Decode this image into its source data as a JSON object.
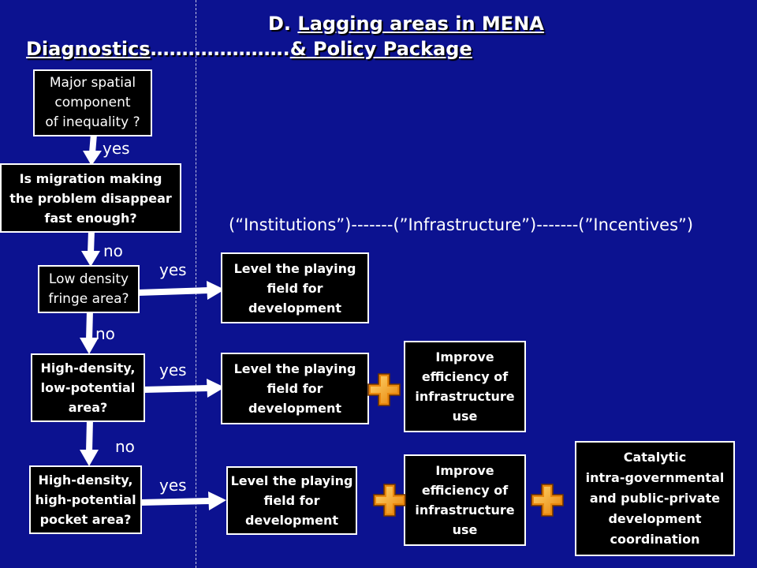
{
  "colors": {
    "background": "#0c1290",
    "box_fill": "#000000",
    "foreground": "#ffffff",
    "plus_fill": "#e8860c",
    "plus_highlight": "#ffd46b",
    "plus_outline": "#6e3300"
  },
  "icons": {
    "combine": "plus-icon"
  },
  "title": {
    "prefix": "D.",
    "main": "Lagging areas in MENA"
  },
  "subtitle": {
    "left": "Diagnostics",
    "dots": "………………….",
    "right": "& Policy Package"
  },
  "policy_levels": "(“Institutions”)-------(”Infrastructure”)-------(”Incentives”)",
  "flow": {
    "q1": {
      "lines": [
        "Major spatial",
        "component",
        "of inequality ?"
      ],
      "answer_down": "yes"
    },
    "q2": {
      "lines": [
        "Is migration making",
        "the problem disappear",
        "fast enough?"
      ],
      "answer_down": "no"
    },
    "q3": {
      "lines": [
        "Low density",
        "fringe area?"
      ],
      "answer_right": "yes",
      "answer_down": "no"
    },
    "q4": {
      "lines": [
        "High-density,",
        "low-potential",
        "area?"
      ],
      "answer_right": "yes",
      "answer_down": "no"
    },
    "q5": {
      "lines": [
        "High-density,",
        "high-potential",
        "pocket area?"
      ],
      "answer_right": "yes"
    }
  },
  "policies": {
    "row_fringe": {
      "level_field": [
        "Level the playing",
        "field for",
        "development"
      ]
    },
    "row_low_potential": {
      "level_field": [
        "Level the playing",
        "field for",
        "development"
      ],
      "infrastructure": [
        "Improve",
        "efficiency of",
        "infrastructure",
        "use"
      ]
    },
    "row_high_potential": {
      "level_field": [
        "Level the playing",
        "field for",
        "development"
      ],
      "infrastructure": [
        "Improve",
        "efficiency of",
        "infrastructure",
        "use"
      ],
      "coordination": [
        "Catalytic",
        "intra-governmental",
        "and public-private",
        "development",
        "coordination"
      ]
    }
  }
}
